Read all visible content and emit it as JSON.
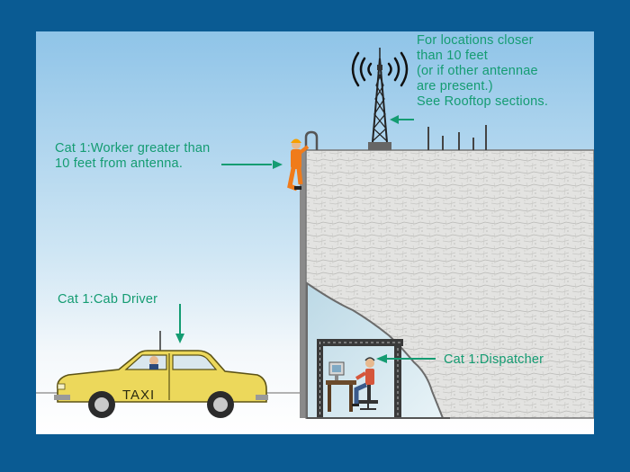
{
  "labels": {
    "antenna": [
      "For locations closer",
      "than 10 feet",
      "(or if other antennae",
      "are present.)",
      "See Rooftop sections."
    ],
    "worker": [
      "Cat 1:Worker greater than",
      "10 feet from antenna."
    ],
    "cab_driver": "Cat 1:Cab Driver",
    "dispatcher": "Cat 1:Dispatcher",
    "taxi_sign": "TAXI"
  },
  "colors": {
    "background": "#0a5b93",
    "label_text": "#149c72",
    "taxi_body": "#e8d95a",
    "building_wall": "#dcdcdc"
  },
  "icons": [
    "antenna-tower-icon",
    "radio-wave-icon",
    "worker-icon",
    "taxi-icon",
    "dispatcher-icon",
    "computer-icon"
  ]
}
